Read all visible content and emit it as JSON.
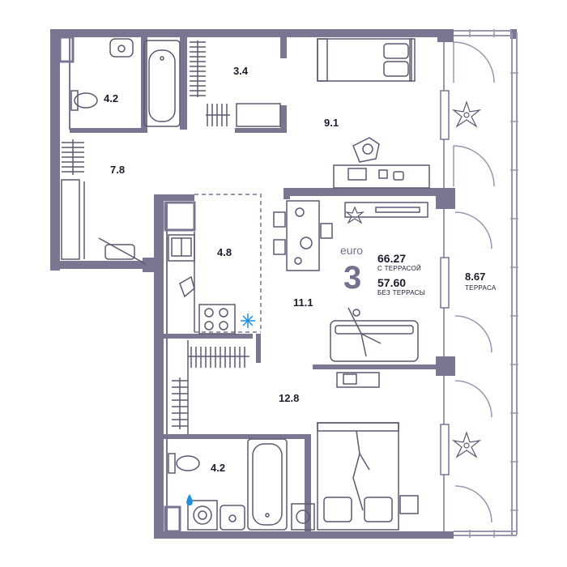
{
  "colors": {
    "wall": "#7a7590",
    "line": "#5c5872",
    "light": "#b9b6c8",
    "text": "#1e1c2c",
    "accent_water": "#1e90e0"
  },
  "rooms": [
    {
      "id": "bathroom-top",
      "area": "4.2"
    },
    {
      "id": "wardrobe-top",
      "area": "3.4"
    },
    {
      "id": "bedroom-top",
      "area": "9.1"
    },
    {
      "id": "hall",
      "area": "7.8"
    },
    {
      "id": "kitchen",
      "area": "4.8"
    },
    {
      "id": "living",
      "area": "11.1"
    },
    {
      "id": "bedroom-bottom",
      "area": "12.8"
    },
    {
      "id": "bathroom-bottom",
      "area": "4.2"
    },
    {
      "id": "terrace",
      "area": "8.67",
      "label": "ТЕРРАСА"
    }
  ],
  "summary": {
    "prefix": "euro",
    "rooms": "3",
    "total_area": "66.27",
    "total_caption": "С ТЕРРАСОЙ",
    "net_area": "57.60",
    "net_caption": "БЕЗ ТЕРРАСЫ"
  },
  "icons": [
    "toilet-icon",
    "sink-icon",
    "bathtub-icon",
    "bed-icon",
    "plant-icon",
    "desk-icon",
    "sofa-icon",
    "tv-icon",
    "stove-icon",
    "snowflake-icon",
    "washing-machine-icon",
    "water-drop-icon",
    "wardrobe-icon",
    "door-icon"
  ]
}
